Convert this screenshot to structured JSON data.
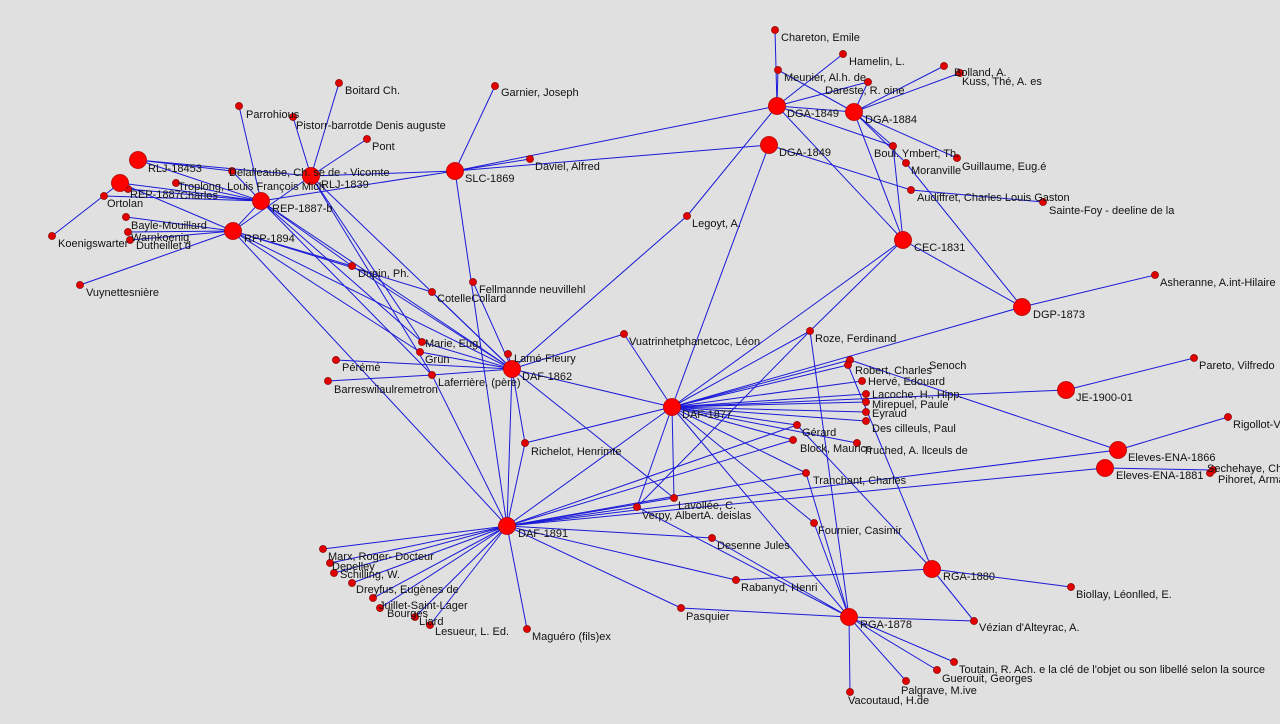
{
  "theme": {
    "background": "#e0e0e0",
    "edge_color": "#1a1ad8",
    "node_color": "#ff0000"
  },
  "hub_labels": {
    "rlj18453": "RLJ-18453",
    "rep1887a": "REP-1887",
    "rlj1839": "RLJ-1839",
    "rep1887b": "REP-1887-b",
    "rpp1894": "RPP-1894",
    "slc1869": "SLC-1869",
    "dga1849a": "DGA-1849",
    "dga1884": "DGA-1884",
    "dga1849b": "DGA-1849",
    "cec1831": "CEC-1831",
    "dgp1873": "DGP-1873",
    "je1900": "JE-1900-01",
    "daf1862": "DAF-1862",
    "daf1877": "DAF-1877",
    "daf1891": "DAF-1891",
    "ena1866": "Eleves-ENA-1866",
    "ena1881": "Eleves-ENA-1881",
    "rga1880": "RGA-1880",
    "rga1878": "RGA-1878"
  },
  "node_labels": {
    "chareton": "Chareton, Emile",
    "hamelin": "Hamelin, L.",
    "meunier": "Meunier, Al.h. de",
    "dareste": "Dareste, R. oine",
    "kuss": "Kuss, Thé, A. es",
    "bolland": "Bolland, A.",
    "boitard": "Boitard Ch.",
    "garnier": "Garnier, Joseph",
    "parrohious": "Parrohious",
    "pistorr": "Pistorr-barrotde Denis auguste",
    "pont": "Pont",
    "daviel": "Daviel, Alfred",
    "boulymbert": "Boul. Ymbert, Th.",
    "moranville": "Moranville",
    "guillaume": "Guillaume, Eug.é",
    "audiffret": "Audiffret, Charles Louis Gaston",
    "saintefoy": "Sainte-Foy - deeline de la",
    "delalleau": "Delalleaube, Ch. se de - Vicomte",
    "troplong": "Troplong, Louis François Mich",
    "charles": "Charles",
    "ortolan": "Ortolan",
    "bayle": "Bayle-Mouillard",
    "warnkoenig": "Warnkoenig",
    "dutheillet": "Dutheillet d",
    "koenigswarter": "Koenigswarter",
    "vuynettes": "Vuynettesnière",
    "legoyt": "Legoyt, A.",
    "asheranne": "Asheranne, A.int-Hilaire",
    "dupin": "Dupin, Ph.",
    "fellmann": "Fellmannde neuvillehl",
    "cotelle": "CotelleCollard",
    "vuatrin": "Vuatrinhetphanetcoc, Léon",
    "roze": "Roze, Ferdinand",
    "senoch": "Senoch",
    "robert": "Robert, Charles",
    "herve": "Hervé, Edouard",
    "lacoche": "Lacoche, H., Hipp.",
    "mirepuel": "Mirepuel, Paule",
    "eyraud": "Eyraud",
    "descilleuls": "Des cilleuls, Paul",
    "pareto": "Pareto, Vilfredo",
    "rigollot": "Rigollot-Vi",
    "marie": "Marie, Eug.",
    "grun": "Grün",
    "perime": "Pérémé",
    "lameflery": "Lamé-Fleury",
    "laferriere": "Laferrière, (père)",
    "barreswil": "Barreswilaulremetron",
    "richelot": "Richelot, Henrimte",
    "gerard": "Gérard",
    "block": "Block, Maurice",
    "truched": "Truched, A. llceuls de",
    "sechehaye": "Sechehaye, Ch",
    "pihoret": "Pihoret, Arma",
    "tranchant": "Tranchant, Charles",
    "lavollee": "Lavollée, C.",
    "verpy": "Verpy, AlbertA. deislas",
    "fournier": "Fournier, Casimir",
    "desenne": "Desenne Jules",
    "marx": "Marx, Roger- Docteur",
    "depelley": "Depelley",
    "schilling": "Schilling, W.",
    "dreyfus": "Dreyfus, Eugènes de",
    "juillet": "Juillet-Saint-Lager",
    "bourges": "Bourges",
    "liard": "Liard",
    "lesueur": "Lesueur, L. Ed.",
    "maguero": "Maguéro (fils)ex",
    "rabanyd": "Rabanyd, Henri",
    "pasquier": "Pasquier",
    "biollay": "Biollay, Léonlled, E.",
    "vezian": "Vézian d'Alteyrac, A.",
    "toutain": "Toutain, R. Ach. e la clé de l'objet ou son libellé selon la source",
    "guerouit": "Guerouit, Georges",
    "palgrave": "Palgrave, M.ive",
    "vacoutaud": "Vacoutaud, H.de"
  }
}
